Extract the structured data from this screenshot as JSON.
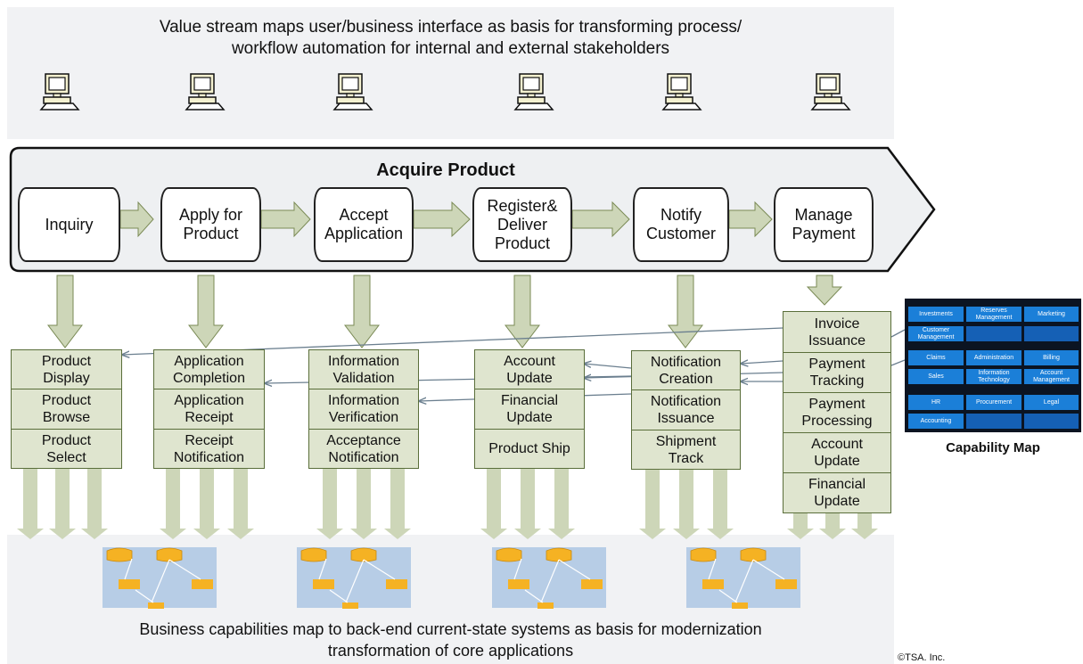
{
  "top_banner": {
    "line1": "Value stream maps user/business interface as basis for transforming process/",
    "line2": "workflow automation for internal and external stakeholders"
  },
  "stream_title": "Acquire Product",
  "stages": [
    {
      "l1": "Inquiry",
      "l2": "",
      "l3": ""
    },
    {
      "l1": "Apply for",
      "l2": "Product",
      "l3": ""
    },
    {
      "l1": "Accept",
      "l2": "Application",
      "l3": ""
    },
    {
      "l1": "Register&",
      "l2": "Deliver",
      "l3": "Product"
    },
    {
      "l1": "Notify",
      "l2": "Customer",
      "l3": ""
    },
    {
      "l1": "Manage",
      "l2": "Payment",
      "l3": ""
    }
  ],
  "capability_columns": [
    [
      {
        "l1": "Product",
        "l2": "Display"
      },
      {
        "l1": "Product",
        "l2": "Browse"
      },
      {
        "l1": "Product",
        "l2": "Select"
      }
    ],
    [
      {
        "l1": "Application",
        "l2": "Completion"
      },
      {
        "l1": "Application",
        "l2": "Receipt"
      },
      {
        "l1": "Receipt",
        "l2": "Notification"
      }
    ],
    [
      {
        "l1": "Information",
        "l2": "Validation"
      },
      {
        "l1": "Information",
        "l2": "Verification"
      },
      {
        "l1": "Acceptance",
        "l2": "Notification"
      }
    ],
    [
      {
        "l1": "Account",
        "l2": "Update"
      },
      {
        "l1": "Financial",
        "l2": "Update"
      },
      {
        "l1": "Product Ship",
        "l2": ""
      }
    ],
    [
      {
        "l1": "Notification",
        "l2": "Creation"
      },
      {
        "l1": "Notification",
        "l2": "Issuance"
      },
      {
        "l1": "Shipment",
        "l2": "Track"
      }
    ],
    [
      {
        "l1": "Invoice",
        "l2": "Issuance"
      },
      {
        "l1": "Payment",
        "l2": "Tracking"
      },
      {
        "l1": "Payment",
        "l2": "Processing"
      },
      {
        "l1": "Account",
        "l2": "Update"
      },
      {
        "l1": "Financial",
        "l2": "Update"
      }
    ]
  ],
  "capability_map": {
    "caption": "Capability Map",
    "tiles": [
      {
        "l1": "Investments",
        "l2": ""
      },
      {
        "l1": "Reserves",
        "l2": "Management"
      },
      {
        "l1": "Marketing",
        "l2": ""
      },
      {
        "l1": "Customer",
        "l2": "Management"
      },
      {
        "l1": "",
        "l2": ""
      },
      {
        "l1": "",
        "l2": ""
      },
      {
        "l1": "Claims",
        "l2": ""
      },
      {
        "l1": "Administration",
        "l2": ""
      },
      {
        "l1": "Billing",
        "l2": ""
      },
      {
        "l1": "Sales",
        "l2": ""
      },
      {
        "l1": "Information",
        "l2": "Technology"
      },
      {
        "l1": "Account",
        "l2": "Management"
      },
      {
        "l1": "HR",
        "l2": ""
      },
      {
        "l1": "Procurement",
        "l2": ""
      },
      {
        "l1": "Legal",
        "l2": ""
      },
      {
        "l1": "Accounting",
        "l2": ""
      },
      {
        "l1": "",
        "l2": ""
      },
      {
        "l1": "",
        "l2": ""
      }
    ]
  },
  "bottom_banner": {
    "line1": "Business capabilities map to back-end current-state systems as basis for modernization",
    "line2": "transformation of core applications"
  },
  "copyright": "©TSA. Inc.",
  "colors": {
    "band": "#f1f2f4",
    "arrow_fill": "#cdd6b8",
    "box_fill": "#dfe5cf",
    "db_fill": "#f5b223",
    "system_panel": "#b7cde6",
    "capmap_tile": "#1b7fd8"
  }
}
